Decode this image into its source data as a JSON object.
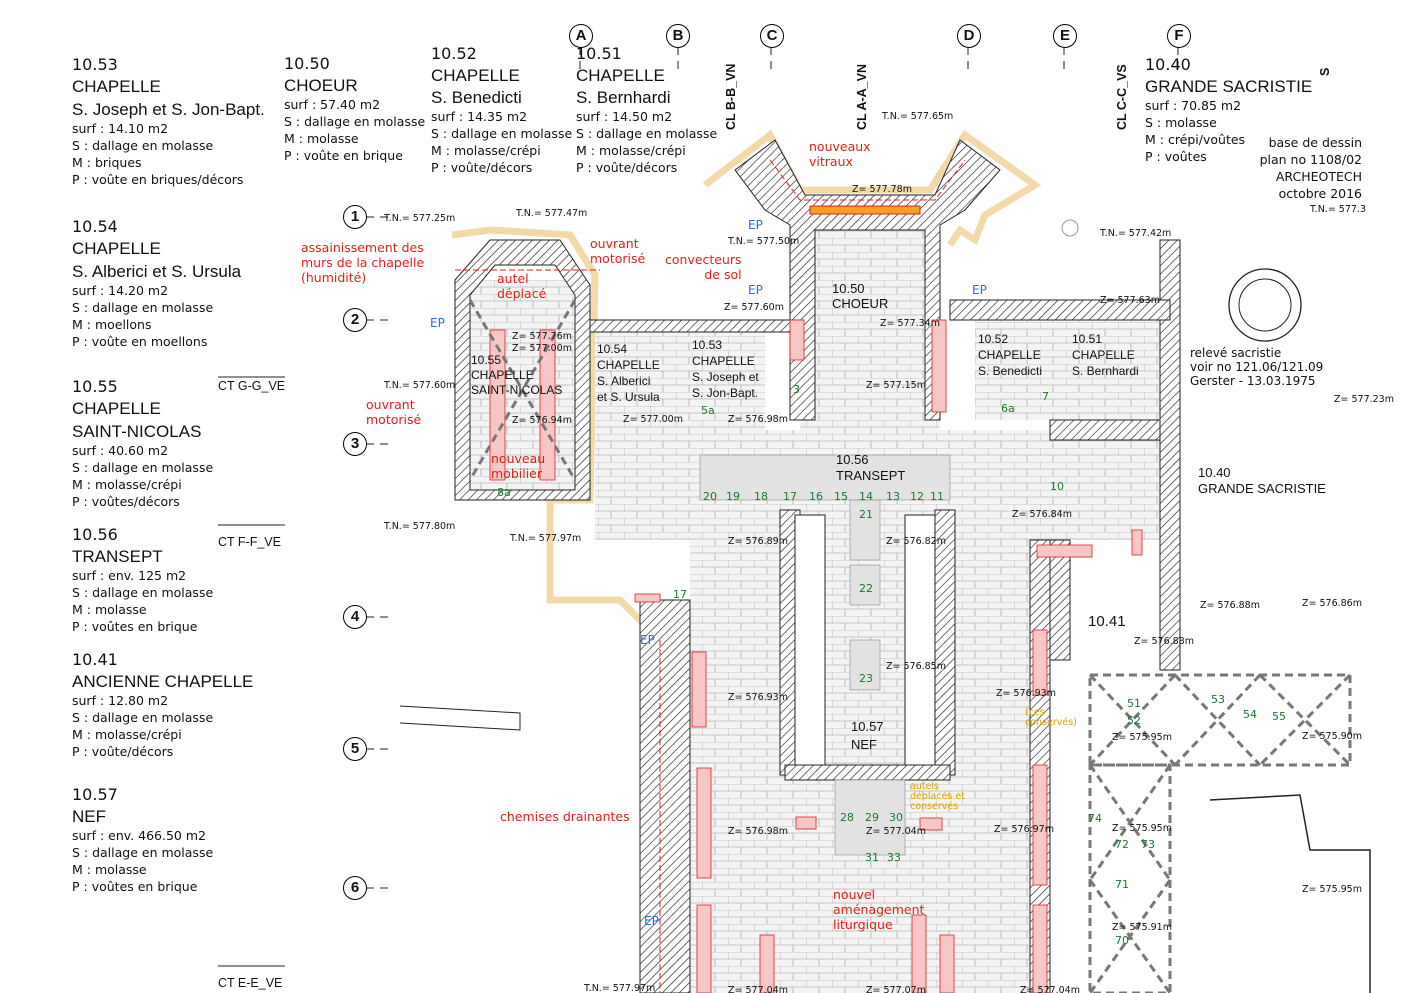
{
  "rooms": {
    "r1053": {
      "num": "10.53",
      "type": "CHAPELLE",
      "name": "S. Joseph et S. Jon-Bapt.",
      "surf": "surf : 14.10 m2",
      "s": "S : dallage en molasse",
      "m": "M : briques",
      "p": "P : voûte en briques/décors"
    },
    "r1054": {
      "num": "10.54",
      "type": "CHAPELLE",
      "name": "S. Alberici et S. Ursula",
      "surf": "surf : 14.20 m2",
      "s": "S : dallage en molasse",
      "m": "M : moellons",
      "p": "P : voûte en moellons"
    },
    "r1055": {
      "num": "10.55",
      "type": "CHAPELLE",
      "name": "SAINT-NICOLAS",
      "surf": "surf : 40.60 m2",
      "s": "S : dallage en molasse",
      "m": "M : molasse/crépi",
      "p": "P : voûtes/décors"
    },
    "r1056": {
      "num": "10.56",
      "name": "TRANSEPT",
      "surf": "surf : env. 125 m2",
      "s": "S : dallage en molasse",
      "m": "M : molasse",
      "p": "P : voûtes en brique"
    },
    "r1041": {
      "num": "10.41",
      "name": "ANCIENNE CHAPELLE",
      "surf": "surf : 12.80 m2",
      "s": "S : dallage en molasse",
      "m": "M : molasse/crépi",
      "p": "P : voûte/décors"
    },
    "r1057": {
      "num": "10.57",
      "name": "NEF",
      "surf": "surf : env. 466.50 m2",
      "s": "S : dallage en molasse",
      "m": "M : molasse",
      "p": "P : voûtes en brique"
    },
    "r1050": {
      "num": "10.50",
      "name": "CHOEUR",
      "surf": "surf : 57.40 m2",
      "s": "S : dallage en molasse",
      "m": "M : molasse",
      "p": "P : voûte en brique"
    },
    "r1052": {
      "num": "10.52",
      "type": "CHAPELLE",
      "name": "S. Benedicti",
      "surf": "surf : 14.35 m2",
      "s": "S : dallage en molasse",
      "m": "M : molasse/crépi",
      "p": "P : voûte/décors"
    },
    "r1051": {
      "num": "10.51",
      "type": "CHAPELLE",
      "name": "S. Bernhardi",
      "surf": "surf : 14.50 m2",
      "s": "S : dallage en molasse",
      "m": "M : molasse/crépi",
      "p": "P : voûte/décors"
    },
    "r1040": {
      "num": "10.40",
      "name": "GRANDE SACRISTIE",
      "surf": "surf : 70.85 m2",
      "s": "S : molasse",
      "m": "M : crépi/voûtes",
      "p": "P : voûtes"
    }
  },
  "grid_cols": [
    "A",
    "B",
    "C",
    "D",
    "E",
    "F"
  ],
  "grid_rows": [
    "1",
    "2",
    "3",
    "4",
    "5",
    "6"
  ],
  "sections": [
    "CT G-G_VE",
    "CT F-F_VE",
    "CT E-E_VE",
    "CL B-B_VN",
    "CL A-A_VN",
    "CL C-C_VS",
    "S"
  ],
  "source_note": [
    "base de dessin",
    "plan no 1108/02",
    "ARCHEOTECH",
    "octobre 2016"
  ],
  "releve_note": [
    "relevé sacristie",
    "voir no 121.06/121.09",
    "Gerster - 13.03.1975"
  ],
  "annotations": {
    "vitraux": [
      "nouveaux",
      "vitraux"
    ],
    "assainissement": [
      "assainissement des",
      "murs de la chapelle",
      "(humidité)"
    ],
    "ouvrant1": [
      "ouvrant",
      "motorisé"
    ],
    "ouvrant2": [
      "ouvrant",
      "motorisé"
    ],
    "convecteurs": [
      "convecteurs",
      "de sol"
    ],
    "autel": [
      "autel",
      "déplacé"
    ],
    "mobilier": [
      "nouveau",
      "mobilier"
    ],
    "chemises": "chemises drainantes",
    "liturgique": [
      "nouvel",
      "aménagement",
      "liturgique"
    ],
    "autels_conserves": [
      "autels",
      "déplacés et",
      "conservés"
    ],
    "conserves2": [
      "(ces",
      "conservés)"
    ]
  },
  "plan_labels": {
    "choeur": [
      "10.50",
      "CHOEUR"
    ],
    "c1055": [
      "10.55",
      "CHAPELLE",
      "SAINT-NICOLAS"
    ],
    "c1054": [
      "10.54",
      "CHAPELLE",
      "S. Alberici",
      "et S. Ursula"
    ],
    "c1053": [
      "10.53",
      "CHAPELLE",
      "S. Joseph et",
      "S. Jon-Bapt."
    ],
    "c1052": [
      "10.52",
      "CHAPELLE",
      "S. Benedicti"
    ],
    "c1051": [
      "10.51",
      "CHAPELLE",
      "S. Bernhardi"
    ],
    "transept": [
      "10.56",
      "TRANSEPT"
    ],
    "nef": [
      "10.57",
      "NEF"
    ],
    "sacristie": [
      "10.40",
      "GRANDE SACRISTIE"
    ],
    "c1041": "10.41"
  },
  "levels": [
    "T.N.= 577.25m",
    "T.N.= 577.47m",
    "T.N.= 577.50m",
    "T.N.= 577.65m",
    "T.N.= 577.42m",
    "T.N.= 577.3",
    "T.N.= 577.60m",
    "T.N.= 577.80m",
    "T.N.= 577.97m",
    "T.N.= 577.97m",
    "Z= 577.78m",
    "Z= 577.60m",
    "Z= 577.34m",
    "Z= 577.63m",
    "Z= 577.76m",
    "Z= 577.00m",
    "Z= 576.94m",
    "Z= 577.00m",
    "Z= 576.98m",
    "Z= 577.15m",
    "Z= 577.23m",
    "Z= 576.84m",
    "Z= 576.89m",
    "Z= 576.82m",
    "Z= 576.85m",
    "Z= 576.93m",
    "Z= 576.98m",
    "Z= 577.04m",
    "Z= 576.97m",
    "Z= 576.88m",
    "Z= 576.86m",
    "Z= 575.95m",
    "Z= 575.90m",
    "Z= 575.95m",
    "Z= 575.91m",
    "Z= 575.95m",
    "Z= 577.04m",
    "Z= 577.07m",
    "Z= 577.04m",
    "Z= 576.93m",
    "Z= 576.88m"
  ],
  "level_refs": [
    "EP",
    "EP",
    "EP",
    "EP",
    "EP",
    "EP"
  ],
  "seat_numbers": [
    "20",
    "19",
    "18",
    "17",
    "16",
    "15",
    "14",
    "13",
    "12",
    "11",
    "10",
    "21",
    "22",
    "23",
    "28",
    "29",
    "30",
    "31",
    "33",
    "17",
    "3",
    "5a",
    "6a",
    "7",
    "8a",
    "53",
    "54",
    "55",
    "51",
    "52",
    "72",
    "73",
    "74",
    "71",
    "70"
  ],
  "colors": {
    "wall_hatch": "#222222",
    "annotation": "#e0201c",
    "proposed": "#f7c6c6",
    "seating": "#1a7a2a",
    "ep": "#2a6fe0",
    "outline": "#f3d9a8"
  }
}
